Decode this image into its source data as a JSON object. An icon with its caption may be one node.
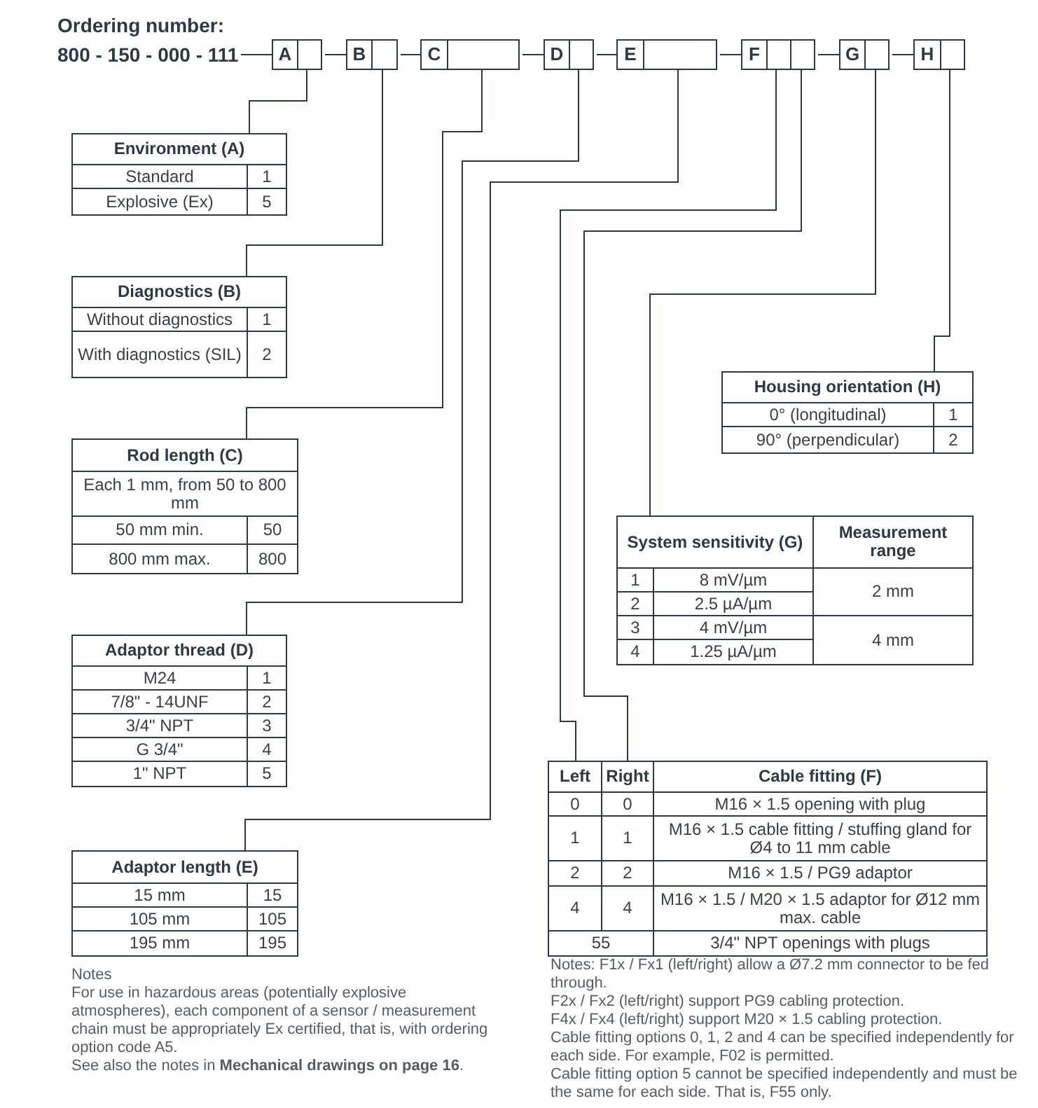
{
  "diagram": {
    "title": "Ordering number:",
    "nodes": [
      {
        "text": [
          "800 - 150 - 000 - 111"
        ]
      },
      {
        "text": [
          "A"
        ]
      },
      {
        "text": [
          "B"
        ]
      },
      {
        "text": [
          "C"
        ]
      },
      {
        "text": [
          "D"
        ]
      },
      {
        "text": [
          "E"
        ]
      },
      {
        "text": [
          "F"
        ]
      },
      {
        "text": [
          "G"
        ]
      },
      {
        "text": [
          "H"
        ]
      },
      {
        "text": [
          "Environment (A)",
          "Standard",
          "1",
          "Explosive (Ex)",
          "5"
        ]
      },
      {
        "text": [
          "Diagnostics (B)",
          "Without diagnostics",
          "1",
          "With diagnostics (SIL)",
          "2"
        ]
      },
      {
        "text": [
          "Rod length (C)",
          "Each 1 mm, from 50 to 800 mm",
          "50 mm min.",
          "50",
          "800 mm max.",
          "800"
        ]
      },
      {
        "text": [
          "Adaptor thread (D)",
          "M24",
          "1",
          "7/8\" - 14UNF",
          "2",
          "3/4\" NPT",
          "3",
          "G 3/4\"",
          "4",
          "1\" NPT",
          "5"
        ]
      },
      {
        "text": [
          "Adaptor length (E)",
          "15 mm",
          "15",
          "105 mm",
          "105",
          "195 mm",
          "195"
        ]
      },
      {
        "text": [
          "Housing orientation (H)",
          "0° (longitudinal)",
          "1",
          "90° (perpendicular)",
          "2"
        ]
      },
      {
        "text": [
          "System sensitivity (G)",
          "Measurement range",
          "1",
          "8 mV/µm",
          "2 mm",
          "2",
          "2.5 µA/µm",
          "3",
          "4 mV/µm",
          "4 mm",
          "4",
          "1.25 µA/µm"
        ]
      },
      {
        "text": [
          "Left",
          "Right",
          "Cable fitting (F)",
          "0",
          "0",
          "M16 × 1.5 opening with plug",
          "1",
          "1",
          "M16 × 1.5 cable fitting / stuffing gland for Ø4 to 11 mm cable",
          "2",
          "2",
          "M16 × 1.5 / PG9 adaptor",
          "4",
          "4",
          "M16 × 1.5 / M20 × 1.5 adaptor for Ø12 mm max. cable",
          "55",
          "3/4\" NPT openings with plugs"
        ]
      }
    ],
    "edges": [
      {
        "from": 0,
        "to": 1,
        "arrow": "none"
      },
      {
        "from": 1,
        "to": 2,
        "arrow": "none"
      },
      {
        "from": 2,
        "to": 3,
        "arrow": "none"
      },
      {
        "from": 3,
        "to": 4,
        "arrow": "none"
      },
      {
        "from": 4,
        "to": 5,
        "arrow": "none"
      },
      {
        "from": 5,
        "to": 6,
        "arrow": "none"
      },
      {
        "from": 6,
        "to": 7,
        "arrow": "none"
      },
      {
        "from": 7,
        "to": 8,
        "arrow": "none"
      },
      {
        "from": 1,
        "to": 9,
        "arrow": "none"
      },
      {
        "from": 2,
        "to": 10,
        "arrow": "none"
      },
      {
        "from": 3,
        "to": 11,
        "arrow": "none"
      },
      {
        "from": 4,
        "to": 12,
        "arrow": "none"
      },
      {
        "from": 5,
        "to": 13,
        "arrow": "none"
      },
      {
        "from": 6,
        "to": 16,
        "arrow": "none"
      },
      {
        "from": 6,
        "to": 16,
        "arrow": "none"
      },
      {
        "from": 7,
        "to": 15,
        "arrow": "none"
      },
      {
        "from": 8,
        "to": 14,
        "arrow": "none"
      }
    ],
    "labels": [
      "Notes",
      "For use in hazardous areas (potentially explosive atmospheres), each component of a sensor / measurement chain must be appropriately Ex certified, that is, with ordering option code A5.",
      "See also the notes in **Mechanical drawings on page 16**.",
      "Notes: F1x / Fx1 (left/right) allow a Ø7.2 mm connector to be fed through.",
      "F2x / Fx2 (left/right) support PG9 cabling protection.",
      "F4x / Fx4 (left/right) support M20 × 1.5 cabling protection.",
      "Cable fitting options 0, 1, 2 and 4 can be specified independently for each side. For example, F02 is permitted.",
      "Cable fitting option 5 cannot be specified independently and must be the same for each side. That is, F55 only."
    ]
  }
}
